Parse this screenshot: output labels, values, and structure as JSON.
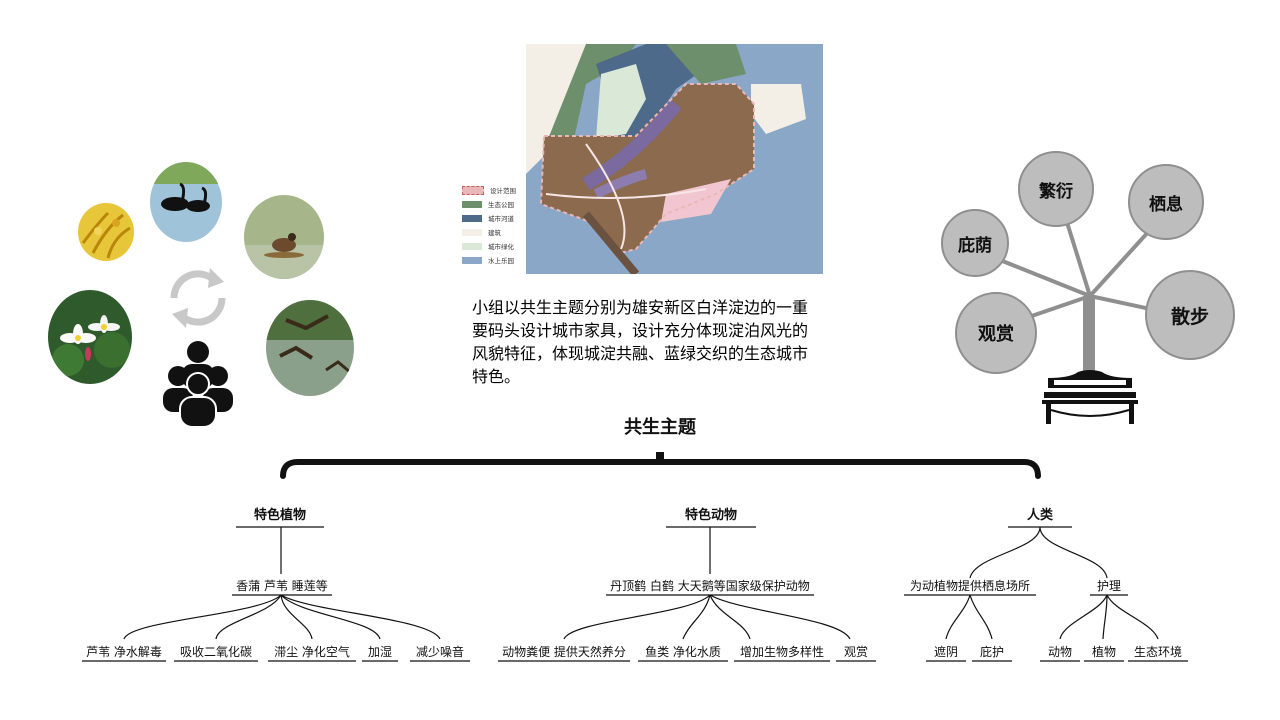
{
  "description": "小组以共生主题分别为雄安新区白洋淀边的一重要码头设计城市家具，设计充分体现淀泊风光的风貌特征，体现城淀共融、蓝绿交织的生态城市特色。",
  "map_legend": [
    {
      "label": "设计范围",
      "color": "#e9b7b7"
    },
    {
      "label": "生态公园",
      "color": "#6e8f6c"
    },
    {
      "label": "城市河道",
      "color": "#4e6a8a"
    },
    {
      "label": "建筑",
      "color": "#f3efe6"
    },
    {
      "label": "城市绿化",
      "color": "#d9e8d7"
    },
    {
      "label": "水上乐园",
      "color": "#8aa7c7"
    }
  ],
  "tree_circles": [
    "繁衍",
    "栖息",
    "庇荫",
    "散步",
    "观赏"
  ],
  "tree": {
    "root": "共生主题",
    "branches": [
      {
        "label": "特色植物",
        "sub": [
          {
            "label": "香蒲 芦苇 睡莲等",
            "leaves": [
              "芦苇 净水解毒",
              "吸收二氧化碳",
              "滞尘 净化空气",
              "加湿",
              "减少噪音"
            ]
          }
        ]
      },
      {
        "label": "特色动物",
        "sub": [
          {
            "label": "丹顶鹤 白鹤 大天鹅等国家级保护动物",
            "leaves": [
              "动物粪便 提供天然养分",
              "鱼类 净化水质",
              "增加生物多样性",
              "观赏"
            ]
          }
        ]
      },
      {
        "label": "人类",
        "sub": [
          {
            "label": "为动植物提供栖息场所",
            "leaves": [
              "遮阴",
              "庇护"
            ]
          },
          {
            "label": "护理",
            "leaves": [
              "动物",
              "植物",
              "生态环境"
            ]
          }
        ]
      }
    ]
  }
}
